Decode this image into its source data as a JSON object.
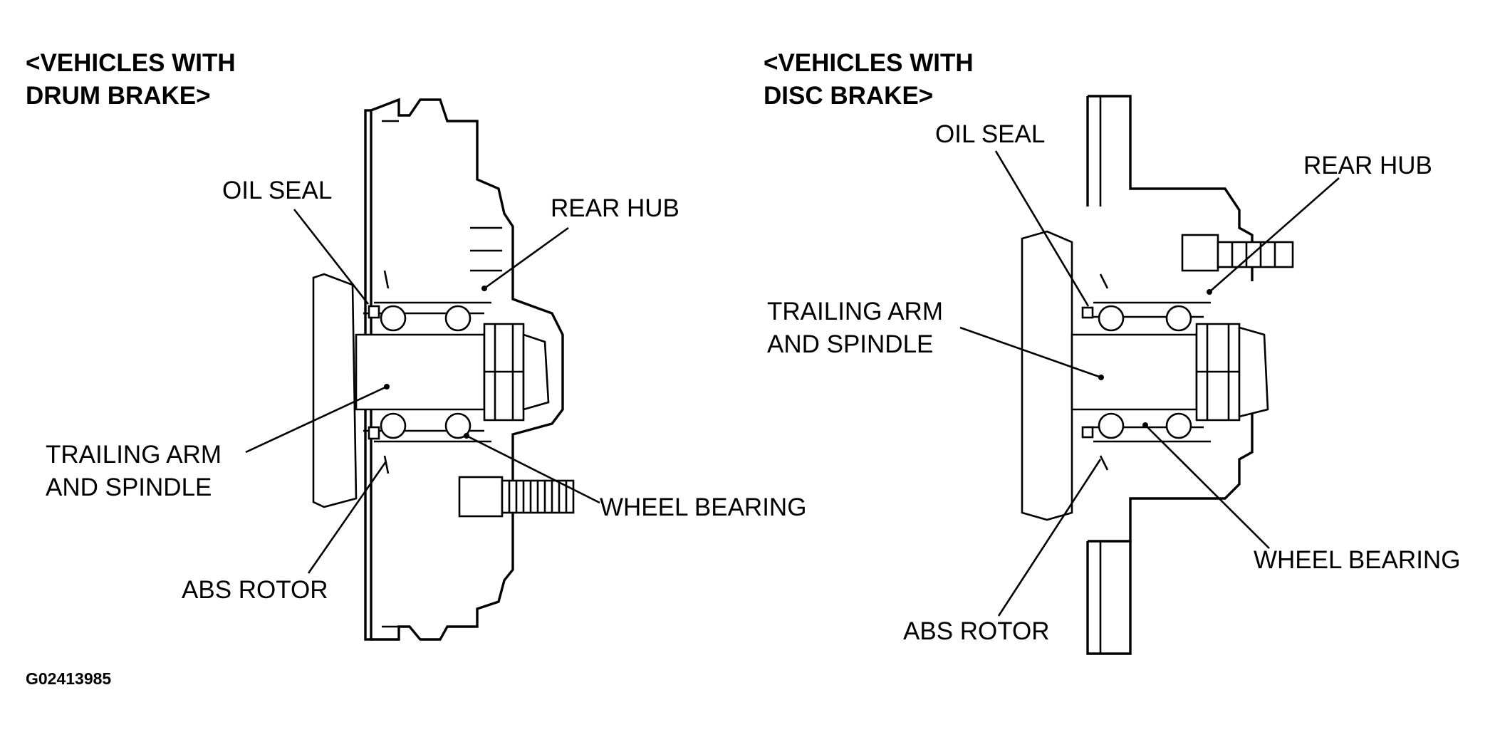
{
  "figure_id": "G02413985",
  "panels": [
    {
      "heading": "<VEHICLES WITH\nDRUM BRAKE>",
      "labels": {
        "oil_seal": "OIL SEAL",
        "rear_hub": "REAR HUB",
        "trailing_arm": "TRAILING ARM\nAND SPINDLE",
        "wheel_bearing": "WHEEL BEARING",
        "abs_rotor": "ABS ROTOR"
      }
    },
    {
      "heading": "<VEHICLES WITH\nDISC BRAKE>",
      "labels": {
        "oil_seal": "OIL SEAL",
        "rear_hub": "REAR HUB",
        "trailing_arm": "TRAILING ARM\nAND SPINDLE",
        "wheel_bearing": "WHEEL BEARING",
        "abs_rotor": "ABS ROTOR"
      }
    }
  ]
}
